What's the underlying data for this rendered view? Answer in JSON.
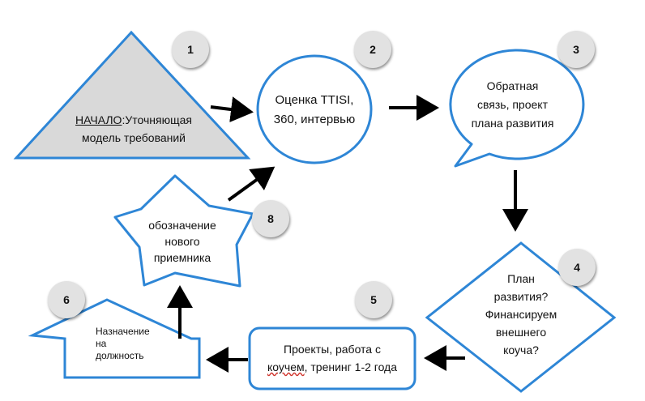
{
  "colors": {
    "stroke": "#2e86d6",
    "arrow": "#000000",
    "triangle_fill": "#d9d9d9",
    "badge_fill": "#e2e2e2"
  },
  "nodes": {
    "start": {
      "prefix": "НАЧАЛО",
      "rest": ":Уточняющая",
      "line2": "модель требований"
    },
    "assessment": {
      "line1": "Оценка TTISI,",
      "line2": "360, интервью"
    },
    "feedback": {
      "line1": "Обратная",
      "line2": "связь, проект",
      "line3": "плана развития"
    },
    "decision": {
      "line1": "План",
      "line2": "развития?",
      "line3": "Финансируем",
      "line4": "внешнего",
      "line5": "коуча?"
    },
    "projects": {
      "line1": "Проекты, работа с",
      "line2_part1": "коучем",
      "line2_part2": ", тренинг 1-2 года"
    },
    "appointment": {
      "line1": "Назначение",
      "line2": "на",
      "line3": "должность"
    },
    "successor": {
      "line1": "обозначение",
      "line2": "нового",
      "line3": "приемника"
    }
  },
  "badges": [
    "1",
    "2",
    "3",
    "4",
    "5",
    "6",
    "8"
  ]
}
